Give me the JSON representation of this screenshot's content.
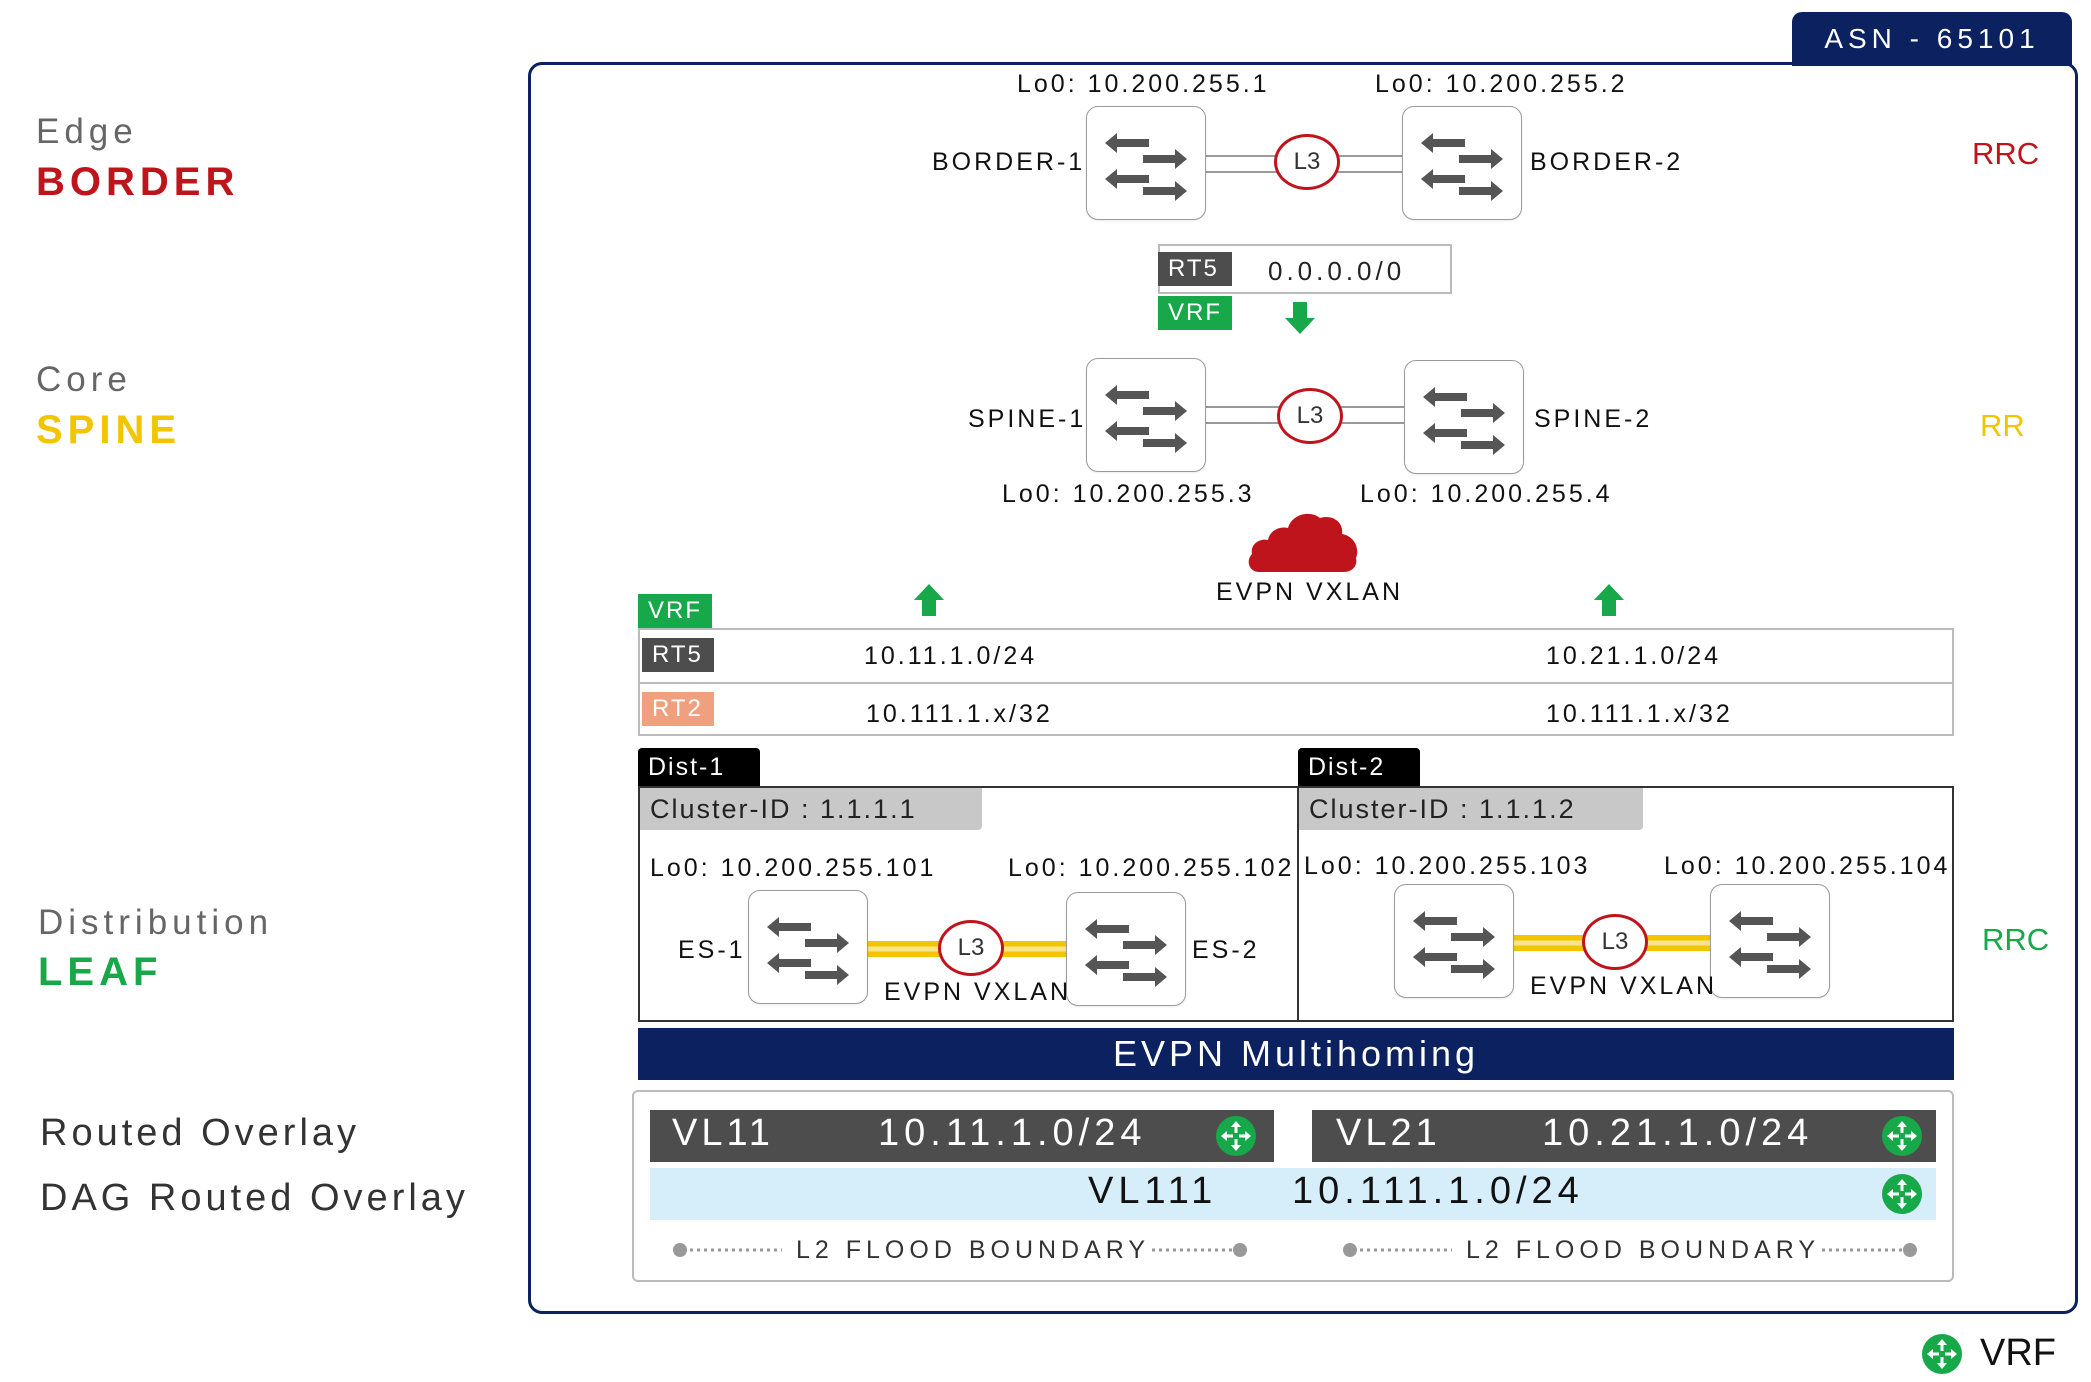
{
  "asn": "ASN - 65101",
  "layers": {
    "edge": {
      "top": "Edge",
      "main": "BORDER",
      "role": "RRC",
      "color": "#c0141c"
    },
    "core": {
      "top": "Core",
      "main": "SPINE",
      "role": "RR",
      "color": "#f2c500"
    },
    "distribution": {
      "top": "Distribution",
      "main": "LEAF",
      "role": "RRC",
      "color": "#17a84a"
    },
    "overlay1": "Routed Overlay",
    "overlay2": "DAG Routed Overlay"
  },
  "border": {
    "b1_name": "BORDER-1",
    "b1_lo": "Lo0: 10.200.255.1",
    "b2_name": "BORDER-2",
    "b2_lo": "Lo0: 10.200.255.2",
    "link": "L3",
    "rt5_tag": "RT5",
    "rt5_value": "0.0.0.0/0",
    "vrf_tag": "VRF"
  },
  "spine": {
    "s1_name": "SPINE-1",
    "s1_lo": "Lo0: 10.200.255.3",
    "s2_name": "SPINE-2",
    "s2_lo": "Lo0: 10.200.255.4",
    "link": "L3",
    "cloud_label": "EVPN VXLAN"
  },
  "routes": {
    "vrf_tag": "VRF",
    "rt5_tag": "RT5",
    "rt5_left": "10.11.1.0/24",
    "rt5_right": "10.21.1.0/24",
    "rt2_tag": "RT2",
    "rt2_left": "10.111.1.x/32",
    "rt2_right": "10.111.1.x/32"
  },
  "dist1": {
    "title": "Dist-1",
    "cluster": "Cluster-ID : 1.1.1.1",
    "lo_a": "Lo0: 10.200.255.101",
    "lo_b": "Lo0: 10.200.255.102",
    "es1": "ES-1",
    "es2": "ES-2",
    "link": "L3",
    "vxlan": "EVPN VXLAN"
  },
  "dist2": {
    "title": "Dist-2",
    "cluster": "Cluster-ID : 1.1.1.2",
    "lo_a": "Lo0: 10.200.255.103",
    "lo_b": "Lo0: 10.200.255.104",
    "link": "L3",
    "vxlan": "EVPN VXLAN"
  },
  "multihoming": "EVPN Multihoming",
  "overlay": {
    "vl11_name": "VL11",
    "vl11_subnet": "10.11.1.0/24",
    "vl21_name": "VL21",
    "vl21_subnet": "10.21.1.0/24",
    "vl111_name": "VL111",
    "vl111_subnet": "10.111.1.0/24",
    "flood_left": "L2 FLOOD BOUNDARY",
    "flood_right": "L2 FLOOD BOUNDARY"
  },
  "legend": {
    "vrf_label": "VRF",
    "icon": "vrf-icon"
  },
  "colors": {
    "navy": "#0b2160",
    "green": "#17a84a",
    "red": "#c0141c",
    "yellow": "#f2c500",
    "dark": "#4d4d4d",
    "lightblue": "#d6eef9"
  }
}
